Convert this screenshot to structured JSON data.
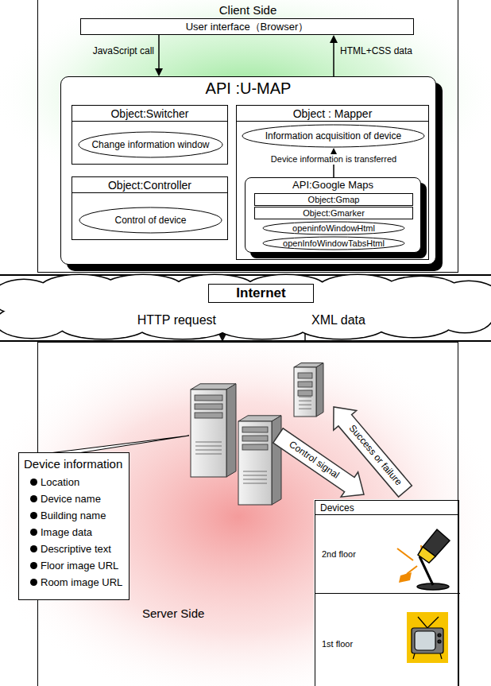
{
  "diagram": {
    "nodes": [
      {
        "text": [
          "Client Side"
        ]
      },
      {
        "text": [
          "User interface（Browser）"
        ],
        "in": 0
      },
      {
        "text": [
          "API :U-MAP"
        ],
        "in": 0
      },
      {
        "text": [
          "Object:Switcher"
        ],
        "in": 2
      },
      {
        "text": [
          "Change information window"
        ],
        "in": 3
      },
      {
        "text": [
          "Object:Controller"
        ],
        "in": 2
      },
      {
        "text": [
          "Control of device"
        ],
        "in": 5
      },
      {
        "text": [
          "Object : Mapper"
        ],
        "in": 2
      },
      {
        "text": [
          "Information acquisition of device"
        ],
        "in": 7
      },
      {
        "text": [
          "API:Google Maps"
        ],
        "in": 7
      },
      {
        "text": [
          "Object:Gmap"
        ],
        "in": 9
      },
      {
        "text": [
          "Object:Gmarker"
        ],
        "in": 9
      },
      {
        "text": [
          "openinfoWindowHtml"
        ],
        "in": 9
      },
      {
        "text": [
          "openInfoWindowTabsHtml"
        ],
        "in": 9
      },
      {
        "text": [
          "Internet"
        ]
      },
      {
        "text": [
          "Server Side"
        ]
      },
      {
        "text": [
          "Device information",
          "Location",
          "Device name",
          "Building name",
          "Image data",
          "Descriptive text",
          "Floor image URL",
          "Room image URL"
        ],
        "in": 15
      },
      {
        "text": [
          "Devices"
        ],
        "in": 15
      },
      {
        "text": [
          "2nd floor"
        ],
        "in": 17
      },
      {
        "text": [
          "1st floor"
        ],
        "in": 17
      }
    ],
    "edges": [
      {
        "from": 1,
        "to": 2,
        "label": "JavaScript call",
        "arrow": "to"
      },
      {
        "from": 2,
        "to": 1,
        "label": "HTML+CSS data",
        "arrow": "to"
      },
      {
        "from": 9,
        "to": 8,
        "label": "Device information is transferred",
        "arrow": "to"
      },
      {
        "from": 14,
        "to": 15,
        "label": "HTTP request",
        "arrow": "to"
      },
      {
        "from": 15,
        "to": 14,
        "label": "XML data",
        "arrow": "to"
      }
    ],
    "labels": [
      "Control signal",
      "Success or failure"
    ]
  }
}
